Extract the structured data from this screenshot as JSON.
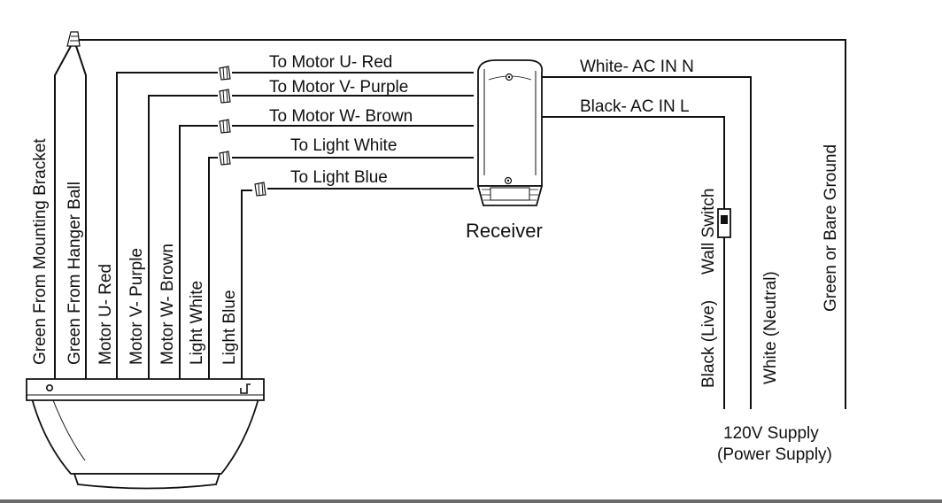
{
  "diagram": {
    "receiver_label": "Receiver",
    "receiver_wires": {
      "motor_u": "To Motor U- Red",
      "motor_v": "To Motor V- Purple",
      "motor_w": "To Motor W- Brown",
      "light_white": "To Light White",
      "light_blue": "To Light Blue"
    },
    "supply_wires": {
      "white_ac": "White- AC IN N",
      "black_ac": "Black- AC IN L"
    },
    "fixture_wires": {
      "green_bracket": "Green From Mounting Bracket",
      "green_ball": "Green From Hanger Ball",
      "motor_u": "Motor U- Red",
      "motor_v": "Motor V- Purple",
      "motor_w": "Motor W- Brown",
      "light_white": "Light White",
      "light_blue": "Light Blue"
    },
    "house_wires": {
      "wall_switch": "Wall Switch",
      "black_live": "Black (Live)",
      "white_neutral": "White (Neutral)",
      "ground": "Green or Bare Ground"
    },
    "supply_line1": "120V Supply",
    "supply_line2": "(Power Supply)"
  }
}
